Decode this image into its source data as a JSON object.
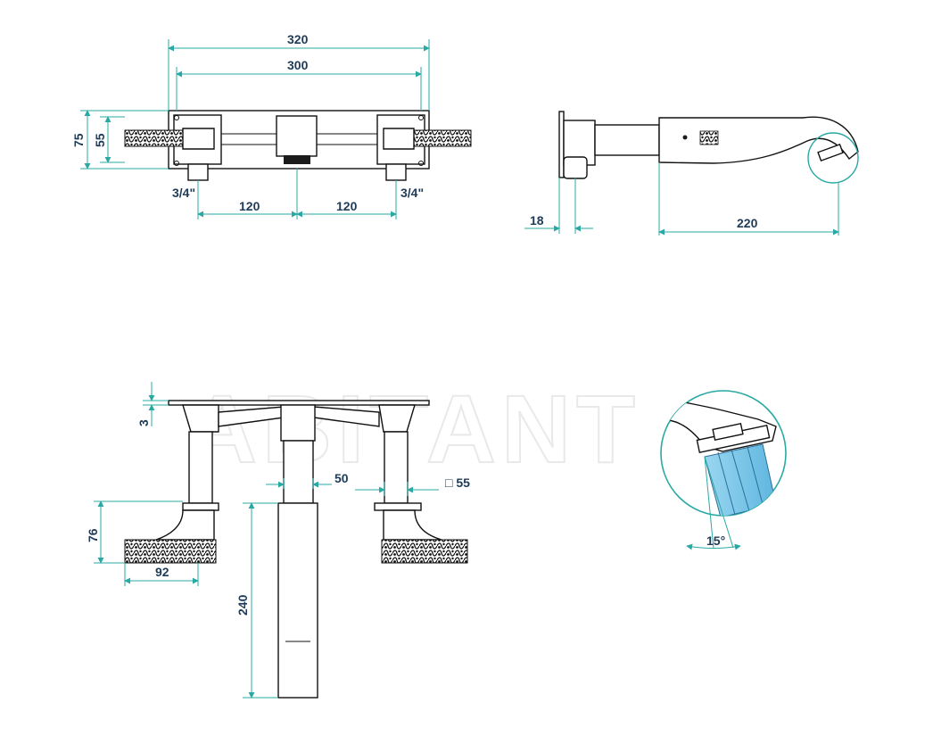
{
  "watermark": "ABITANT",
  "front_view": {
    "dim_overall_width": "320",
    "dim_plate_width": "300",
    "dim_height_total": "75",
    "dim_height_inner": "55",
    "thread_left": "3/4\"",
    "thread_right": "3/4\"",
    "dim_spacing_left": "120",
    "dim_spacing_right": "120"
  },
  "side_view": {
    "dim_plate_depth": "18",
    "dim_spout_reach": "220"
  },
  "plan_view": {
    "dim_plate_thickness": "3",
    "dim_spout_body": "50",
    "dim_square": "□ 55",
    "dim_handle_height": "76",
    "dim_handle_width": "92",
    "dim_body_length": "240"
  },
  "detail_view": {
    "spray_angle": "15°"
  },
  "colors": {
    "dimension_line": "#2aa9a3",
    "dimension_text": "#1f3b57",
    "outline": "#111111",
    "water_fill": "#7ec8ea"
  }
}
